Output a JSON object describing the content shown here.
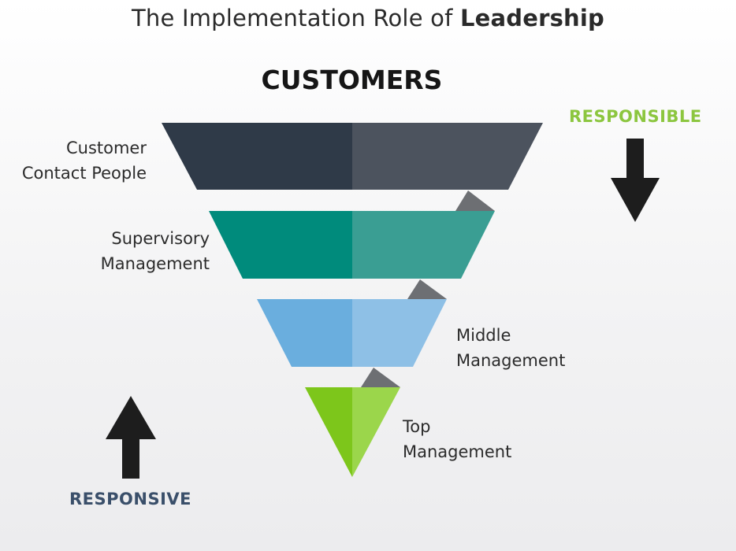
{
  "title": {
    "prefix": "The Implementation Role of",
    "emphasis": "Leadership"
  },
  "heading": "CUSTOMERS",
  "levels": [
    {
      "line1": "Customer",
      "line2": "Contact People",
      "color_left": "#2f3a48",
      "color_right": "#4c535e"
    },
    {
      "line1": "Supervisory",
      "line2": "Management",
      "color_left": "#008b7c",
      "color_right": "#3a9e93"
    },
    {
      "line1": "Middle",
      "line2": "Management",
      "color_left": "#6aaede",
      "color_right": "#8ec0e6"
    },
    {
      "line1": "Top",
      "line2": "Management",
      "color_left": "#7dc61b",
      "color_right": "#9bd64b"
    }
  ],
  "responsible": {
    "label": "RESPONSIBLE",
    "color": "#8cc63f",
    "arrow": "down-arrow-icon"
  },
  "responsive": {
    "label": "RESPONSIVE",
    "color": "#3a4f6a",
    "arrow": "up-arrow-icon"
  }
}
